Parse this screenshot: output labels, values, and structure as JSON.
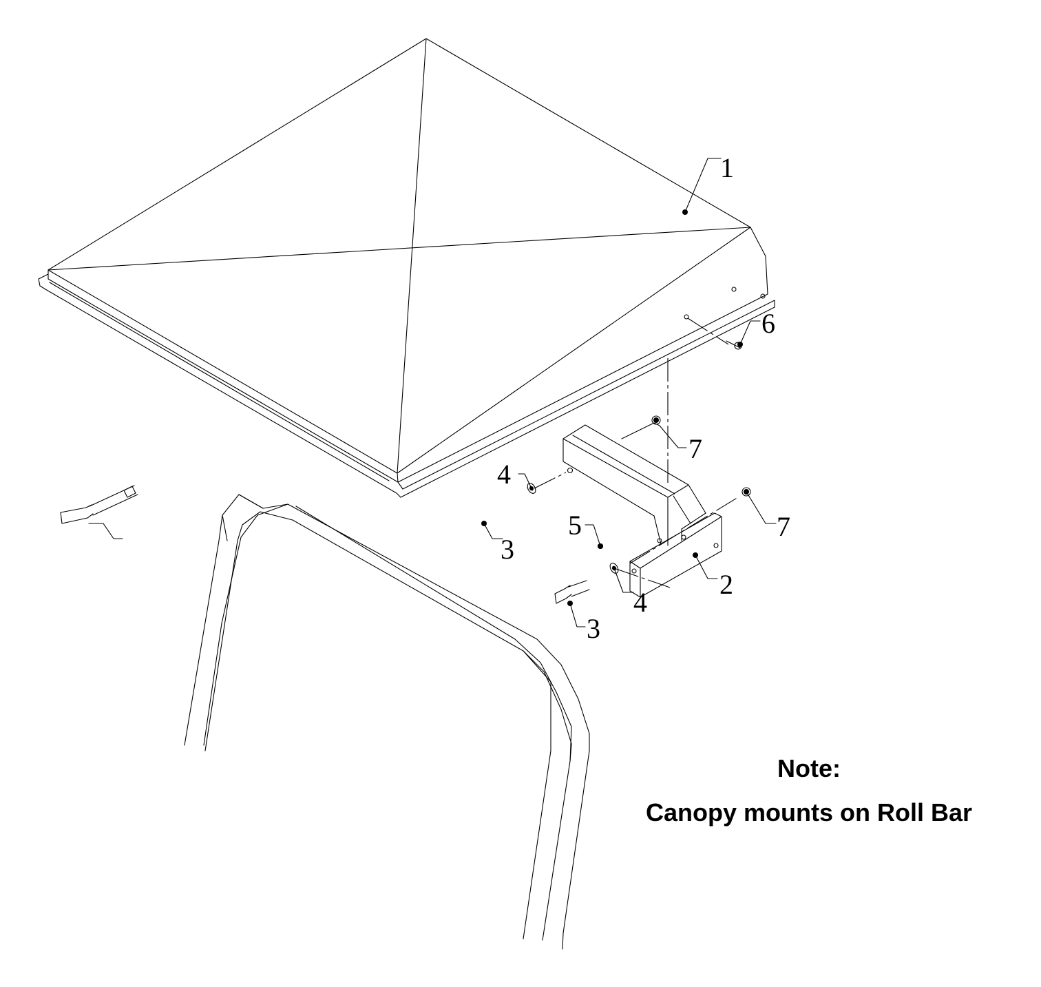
{
  "callouts": {
    "c1": "1",
    "c2": "2",
    "c3a": "3",
    "c3b": "3",
    "c4a": "4",
    "c4b": "4",
    "c5": "5",
    "c6": "6",
    "c7a": "7",
    "c7b": "7"
  },
  "note": {
    "title": "Note:",
    "text": "Canopy mounts on Roll Bar"
  }
}
